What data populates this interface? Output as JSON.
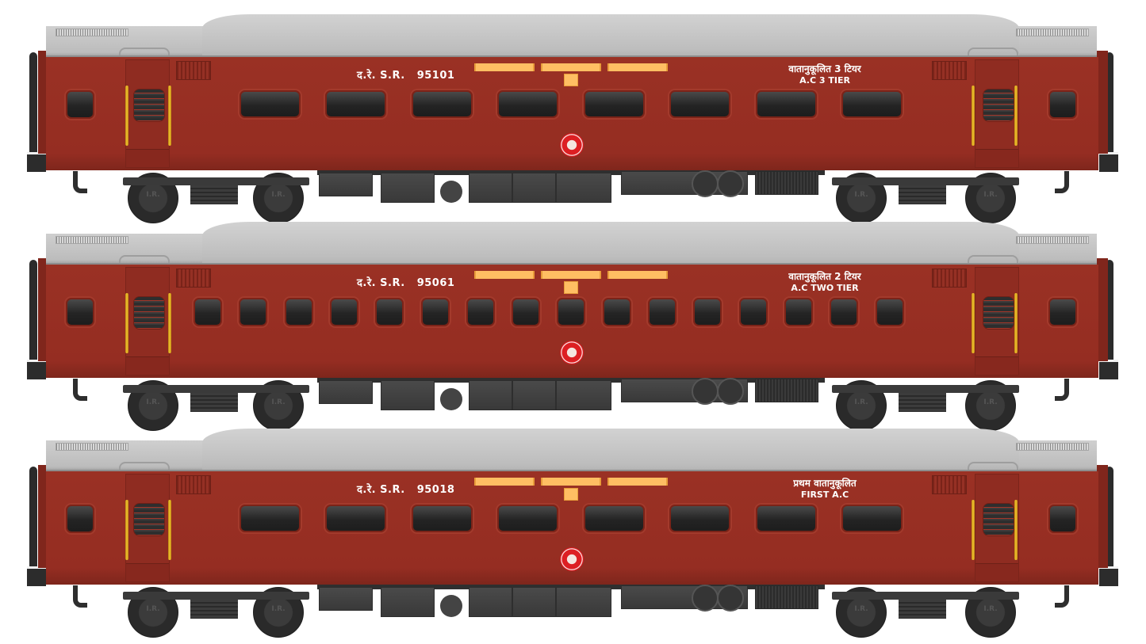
{
  "image": {
    "description": "Side elevation illustrations of three Indian Railways Southern Railway air-conditioned passenger coaches",
    "colors": {
      "body": "#952d22",
      "roof": "#c4c4c4",
      "window": "#242424",
      "stripe": "#ffbe63",
      "handle": "#f5c431",
      "logo": "#dd1f23",
      "undercarriage": "#3a3a3a"
    }
  },
  "coaches": [
    {
      "zone_hindi": "द.रे.",
      "zone_code": "S.R.",
      "number": "95101",
      "class_hindi": "वातानुकूलित 3 टियर",
      "class_english": "A.C 3 TIER",
      "window_type": "wide",
      "window_count": 8,
      "logo": "indian-railways-emblem",
      "wheel_mark": "I.R."
    },
    {
      "zone_hindi": "द.रे.",
      "zone_code": "S.R.",
      "number": "95061",
      "class_hindi": "वातानुकूलित 2 टियर",
      "class_english": "A.C TWO TIER",
      "window_type": "square",
      "window_count": 16,
      "logo": "indian-railways-emblem",
      "wheel_mark": "I.R."
    },
    {
      "zone_hindi": "द.रे.",
      "zone_code": "S.R.",
      "number": "95018",
      "class_hindi": "प्रथम वातानुकूलित",
      "class_english": "FIRST A.C",
      "window_type": "wide",
      "window_count": 8,
      "logo": "indian-railways-emblem",
      "wheel_mark": "I.R."
    }
  ]
}
